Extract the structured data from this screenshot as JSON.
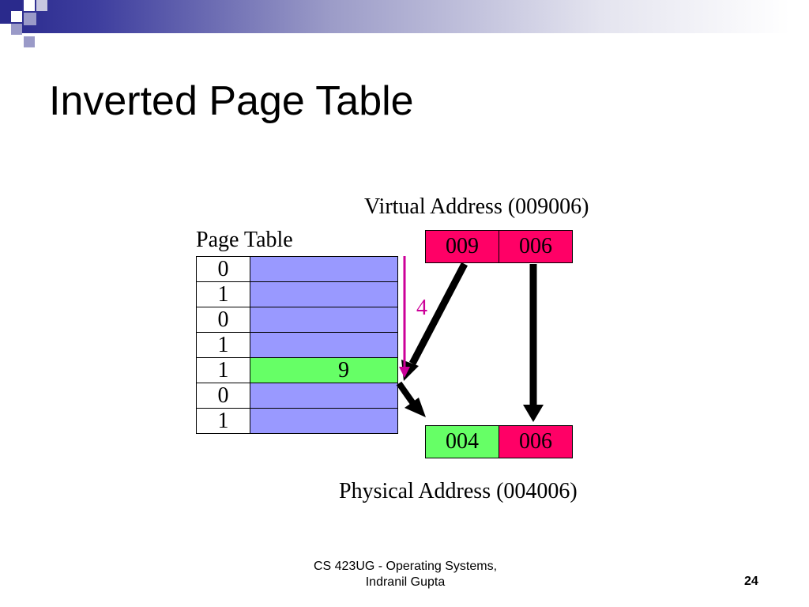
{
  "title": "Inverted Page Table",
  "virtual_address": {
    "label": "Virtual Address (009006)",
    "page": "009",
    "offset": "006"
  },
  "physical_address": {
    "label": "Physical Address (004006)",
    "frame": "004",
    "offset": "006"
  },
  "page_table": {
    "label": "Page Table",
    "rows": [
      {
        "bit": "0",
        "frame": ""
      },
      {
        "bit": "1",
        "frame": ""
      },
      {
        "bit": "0",
        "frame": ""
      },
      {
        "bit": "1",
        "frame": ""
      },
      {
        "bit": "1",
        "frame": "9"
      },
      {
        "bit": "0",
        "frame": ""
      },
      {
        "bit": "1",
        "frame": ""
      }
    ]
  },
  "index_arrow_label": "4",
  "footer": {
    "line1": "CS 423UG - Operating Systems,",
    "line2": "Indranil Gupta"
  },
  "slide_number": "24",
  "colors": {
    "frame_cell": "#9999ff",
    "matched_cell": "#66ff66",
    "address_pink": "#ff0066",
    "index_arrow": "#cc0099",
    "header_dark": "#2a2a8c"
  }
}
